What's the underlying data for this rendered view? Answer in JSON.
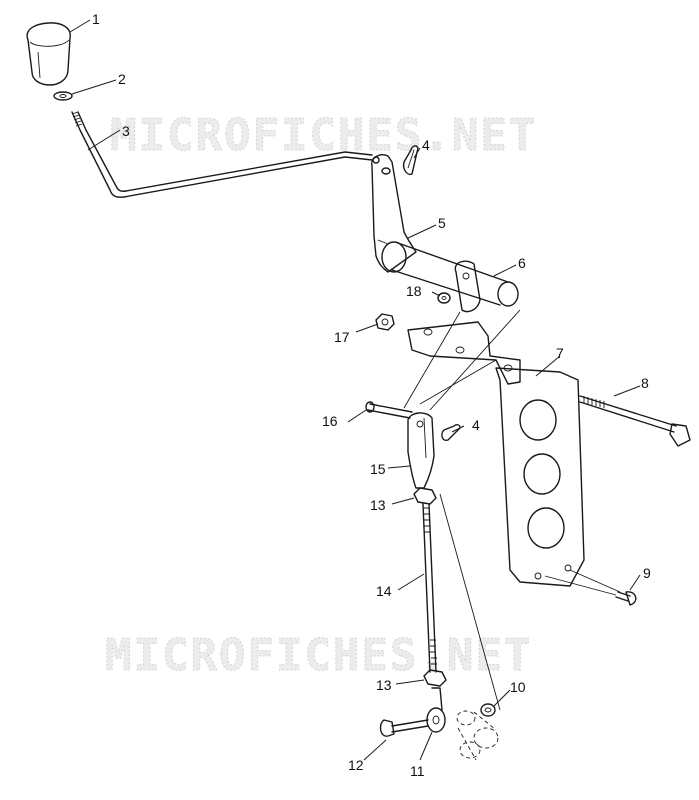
{
  "watermark": "MICROFICHES.NET",
  "parts": [
    {
      "num": "1"
    },
    {
      "num": "2"
    },
    {
      "num": "3"
    },
    {
      "num": "4"
    },
    {
      "num": "5"
    },
    {
      "num": "6"
    },
    {
      "num": "7"
    },
    {
      "num": "8"
    },
    {
      "num": "9"
    },
    {
      "num": "10"
    },
    {
      "num": "11"
    },
    {
      "num": "12"
    },
    {
      "num": "13"
    },
    {
      "num": "14"
    },
    {
      "num": "15"
    },
    {
      "num": "16"
    },
    {
      "num": "17"
    },
    {
      "num": "18"
    },
    {
      "num": "4"
    },
    {
      "num": "13"
    }
  ]
}
